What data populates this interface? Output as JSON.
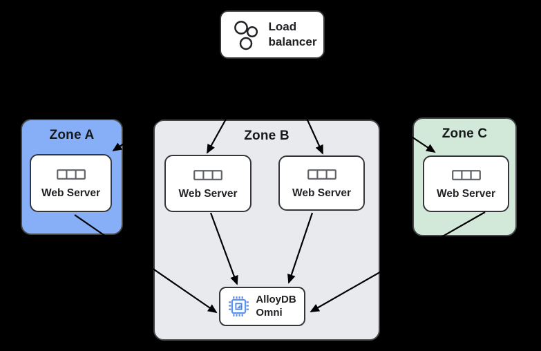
{
  "diagram": {
    "load_balancer": {
      "label_line1": "Load",
      "label_line2": "balancer",
      "icon": "load-balancer-circles-icon"
    },
    "zones": [
      {
        "id": "zone-a",
        "label": "Zone A",
        "fill": "#87aff8",
        "servers": [
          {
            "label": "Web Server",
            "icon": "server-icon"
          }
        ]
      },
      {
        "id": "zone-b",
        "label": "Zone B",
        "fill": "#e9eaed",
        "servers": [
          {
            "label": "Web Server",
            "icon": "server-icon"
          },
          {
            "label": "Web Server",
            "icon": "server-icon"
          }
        ],
        "database": {
          "label_line1": "AlloyDB",
          "label_line2": "Omni",
          "icon": "chip-icon"
        }
      },
      {
        "id": "zone-c",
        "label": "Zone C",
        "fill": "#d2e8d8",
        "servers": [
          {
            "label": "Web Server",
            "icon": "server-icon"
          }
        ]
      }
    ],
    "edges": [
      {
        "from": "load-balancer",
        "to": "zone-a-web-server"
      },
      {
        "from": "load-balancer",
        "to": "zone-b-web-server-1"
      },
      {
        "from": "load-balancer",
        "to": "zone-b-web-server-2"
      },
      {
        "from": "load-balancer",
        "to": "zone-c-web-server"
      },
      {
        "from": "zone-a-web-server",
        "to": "alloydb-omni"
      },
      {
        "from": "zone-b-web-server-1",
        "to": "alloydb-omni"
      },
      {
        "from": "zone-b-web-server-2",
        "to": "alloydb-omni"
      },
      {
        "from": "zone-c-web-server",
        "to": "alloydb-omni"
      }
    ],
    "colors": {
      "background": "#000000",
      "zone_a_fill": "#87aff8",
      "zone_b_fill": "#e9eaed",
      "zone_c_fill": "#d2e8d8",
      "node_fill": "#ffffff",
      "node_border": "#35363a",
      "zone_border": "#454749",
      "arrow": "#000000",
      "text": "#202124",
      "chip_blue": "#5b93f5",
      "chip_blue_dark": "#4285f4"
    }
  }
}
